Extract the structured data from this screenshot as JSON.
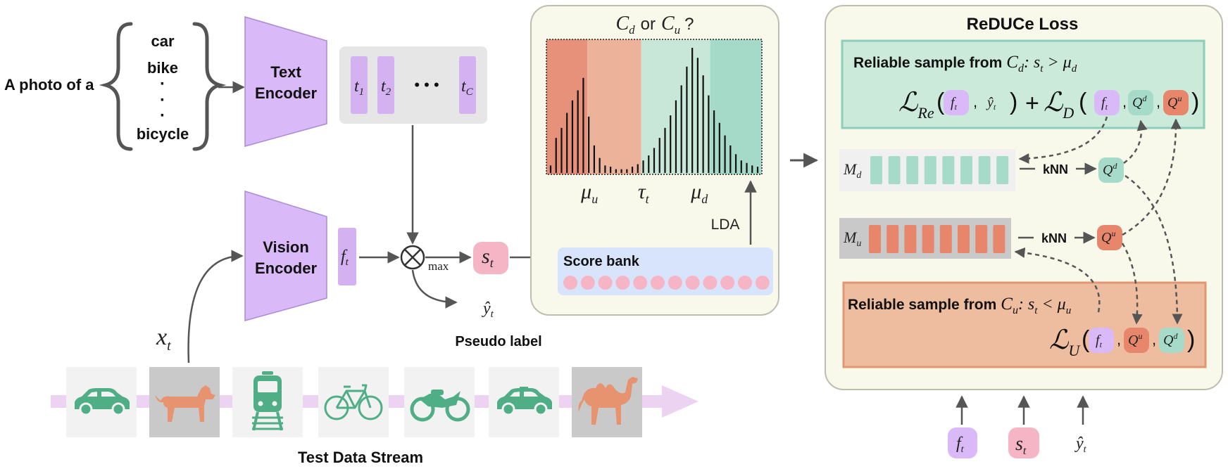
{
  "prompt": {
    "prefix": "A photo of a",
    "classes": [
      "car",
      "bike",
      "·",
      "·",
      "·",
      "bicycle"
    ]
  },
  "text_encoder": {
    "line1": "Text",
    "line2": "Encoder"
  },
  "vision_encoder": {
    "line1": "Vision",
    "line2": "Encoder"
  },
  "text_features": [
    {
      "base": "t",
      "sub": "1"
    },
    {
      "base": "t",
      "sub": "2"
    },
    {
      "base": "t",
      "sub": "C"
    }
  ],
  "text_features_ellipsis": "• • •",
  "vision_feature": {
    "base": "f",
    "sub": "t"
  },
  "ops": {
    "product": "⊗",
    "max_label": "max"
  },
  "score": {
    "base": "s",
    "sub": "t"
  },
  "pseudo": {
    "symbol": "ŷ",
    "sub": "t",
    "label": "Pseudo label"
  },
  "input": {
    "base": "x",
    "sub": "t"
  },
  "stream": {
    "label": "Test Data Stream",
    "items": [
      {
        "icon": "car",
        "shaded": false
      },
      {
        "icon": "dog",
        "shaded": true
      },
      {
        "icon": "train",
        "shaded": false
      },
      {
        "icon": "bicycle",
        "shaded": false
      },
      {
        "icon": "motorcycle",
        "shaded": false
      },
      {
        "icon": "taxi",
        "shaded": false
      },
      {
        "icon": "camel",
        "shaded": true
      }
    ]
  },
  "histogram": {
    "question": {
      "a": "C",
      "a_sub": "d",
      "or": "or",
      "b": "C",
      "b_sub": "u",
      "q": "?"
    },
    "bars": [
      0.06,
      0.28,
      0.36,
      0.48,
      0.58,
      0.66,
      0.76,
      0.45,
      0.22,
      0.12,
      0.06,
      0.05,
      0.03,
      0.03,
      0.03,
      0.05,
      0.07,
      0.1,
      0.14,
      0.2,
      0.28,
      0.36,
      0.46,
      0.58,
      0.7,
      0.85,
      1.0,
      0.92,
      0.78,
      0.62,
      0.5,
      0.4,
      0.3,
      0.22,
      0.15,
      0.1,
      0.08,
      0.06,
      0.05
    ],
    "regions": [
      {
        "from": 0,
        "to": 0.19,
        "color": "#e8917a"
      },
      {
        "from": 0.19,
        "to": 0.44,
        "color": "#ecb29a"
      },
      {
        "from": 0.44,
        "to": 0.76,
        "color": "#c8e7d9"
      },
      {
        "from": 0.76,
        "to": 1.0,
        "color": "#a5d9c8"
      }
    ],
    "ticks": [
      {
        "base": "μ",
        "sub": "u",
        "at": 0.2
      },
      {
        "base": "τ",
        "sub": "t",
        "at": 0.45
      },
      {
        "base": "μ",
        "sub": "d",
        "at": 0.71
      }
    ],
    "lda_label": "LDA",
    "score_bank_label": "Score bank"
  },
  "loss": {
    "title": "ReDUCe Loss",
    "reliable_d": {
      "text": "Reliable sample from",
      "set": "C",
      "set_sub": "d",
      "cond": ":  s",
      "cond_sub": "t",
      "rel": " > μ",
      "rel_sub": "d"
    },
    "reliable_u": {
      "text": "Reliable sample from",
      "set": "C",
      "set_sub": "u",
      "cond": ": s",
      "cond_sub": "t",
      "rel": " < μ",
      "rel_sub": "u"
    },
    "L_re": {
      "L": "ℒ",
      "sub": "Re"
    },
    "L_d": {
      "L": "ℒ",
      "sub": "D"
    },
    "L_u": {
      "L": "ℒ",
      "sub": "U"
    },
    "plus": "+",
    "f_chip": {
      "base": "f",
      "sub": "t"
    },
    "y_chip": {
      "base": "ŷ",
      "sub": "t"
    },
    "qd_chip": {
      "base": "Q",
      "sup": "d"
    },
    "qu_chip": {
      "base": "Q",
      "sup": "u"
    },
    "memory_d": {
      "base": "M",
      "sub": "d"
    },
    "memory_u": {
      "base": "M",
      "sub": "u"
    },
    "knn": "kNN"
  },
  "bottom_inputs": [
    {
      "base": "f",
      "sub": "t",
      "color": "#d9b9f7"
    },
    {
      "base": "s",
      "sub": "t",
      "color": "#f4b6c6"
    },
    {
      "base": "ŷ",
      "sub": "t",
      "color": "none"
    }
  ],
  "colors": {
    "encoder": "#d9b9f7",
    "feature_chip": "#d4b2f2",
    "panel_bg": "#f9f9eb",
    "panel_border": "#bdbdb0",
    "green": "#a6dbc9",
    "green_light": "#cbeada",
    "green_border": "#8ccfb8",
    "orange": "#e8866c",
    "orange_light": "#f0b9a0",
    "orange_border": "#e39574",
    "pink": "#f5b5c5",
    "score_bank": "#d8e4fb",
    "gray_box": "#e6e6e6",
    "arrow": "#555555"
  }
}
